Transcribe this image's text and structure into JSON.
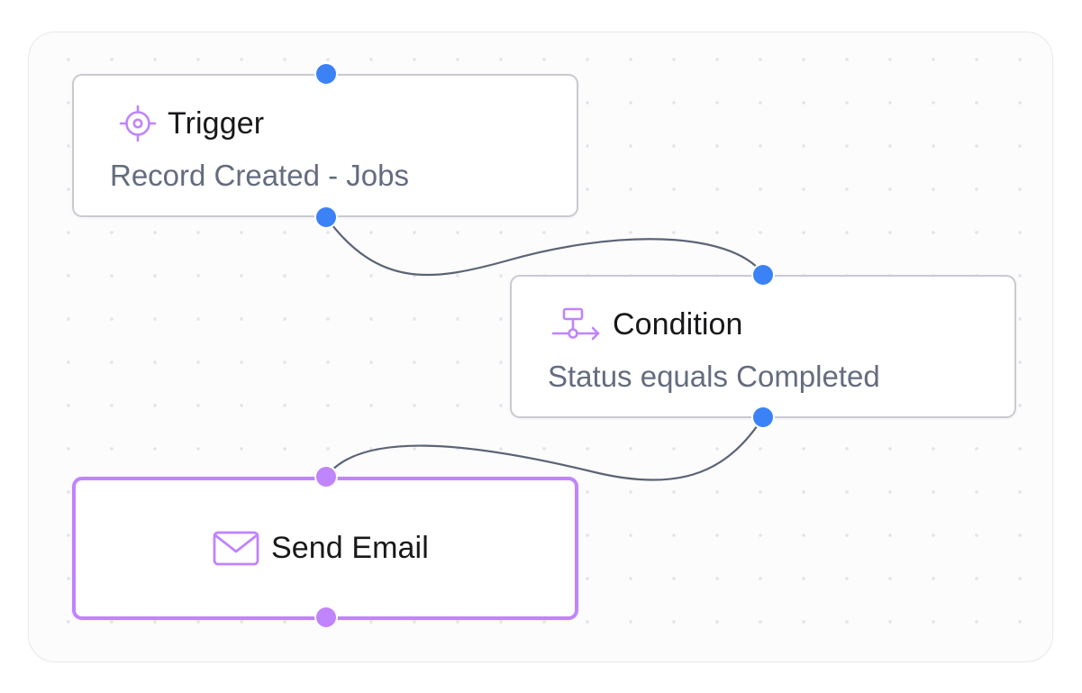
{
  "canvas": {
    "background": "#fcfcfd",
    "dot_color": "#e3e5ea"
  },
  "nodes": {
    "trigger": {
      "title": "Trigger",
      "subtitle": "Record Created - Jobs",
      "icon": "target-icon"
    },
    "condition": {
      "title": "Condition",
      "subtitle": "Status equals Completed",
      "icon": "branch-flow-icon"
    },
    "send_email": {
      "title": "Send Email",
      "icon": "mail-icon",
      "selected": true
    }
  },
  "colors": {
    "handle": "#3b82f6",
    "selected_accent": "#c084fc",
    "edge": "#5b6476",
    "node_border": "#c9cbd0",
    "title_text": "#18181b",
    "subtitle_text": "#646c7e"
  }
}
